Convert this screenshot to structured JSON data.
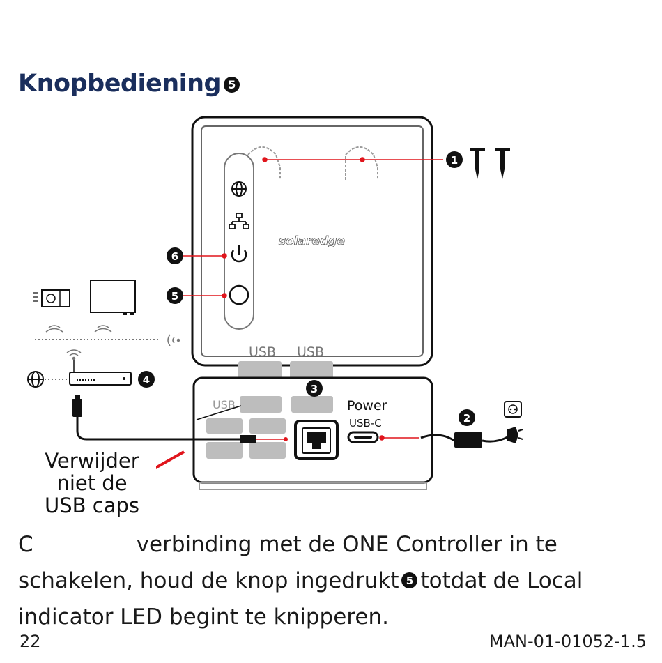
{
  "heading": {
    "text": "Knopbediening",
    "marker": "5"
  },
  "diagram": {
    "callouts": [
      "1",
      "2",
      "3",
      "4",
      "5",
      "6"
    ],
    "brand_logo": "solaredge",
    "labels": {
      "usb_top_1": "USB",
      "usb_top_2": "USB",
      "usb_bottom": "USB",
      "power": "Power",
      "usb_c": "USB-C"
    },
    "icons": [
      "globe-icon",
      "network-icon",
      "power-icon",
      "button-icon",
      "wifi-icon",
      "plug-icon",
      "socket-icon",
      "screw-icon"
    ],
    "colors": {
      "leader_line": "#e0151c",
      "heading": "#1a2e5c"
    }
  },
  "caps_note": {
    "line1": "Verwijder",
    "line2": "niet de",
    "line3": "USB caps"
  },
  "body": {
    "part1": "C",
    "part2": "verbinding met de ONE Controller in te",
    "part3": "schakelen, houd de knop ingedrukt",
    "marker": "5",
    "part4": "totdat de Local",
    "part5": "indicator LED begint te knipperen."
  },
  "footer": {
    "page": "22",
    "doc_id": "MAN-01-01052-1.5"
  }
}
